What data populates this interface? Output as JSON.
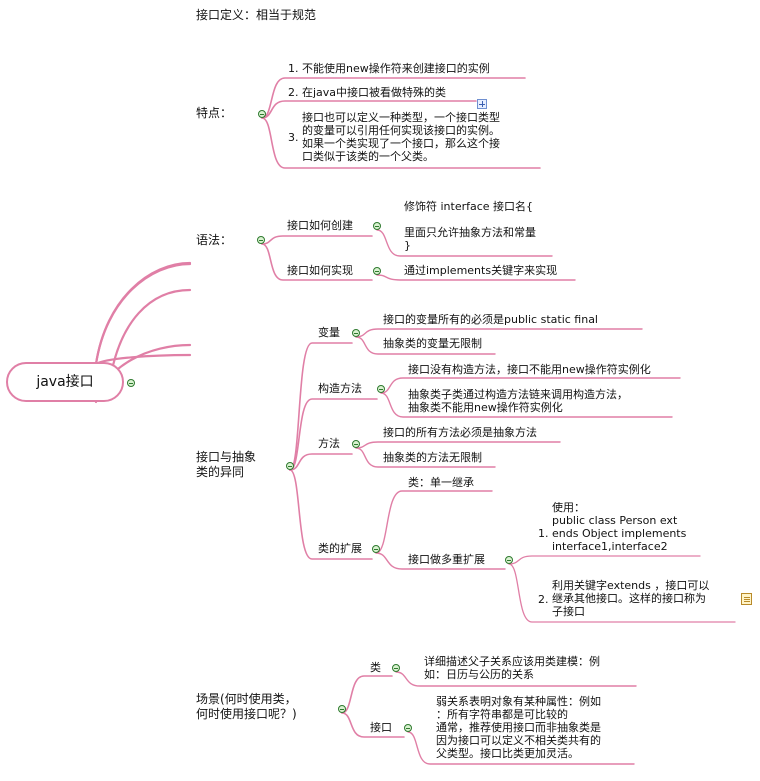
{
  "colors": {
    "branch": "#e07fa6",
    "collapse": "#2f7a2f"
  },
  "icons": {
    "collapse": "collapse-icon",
    "expand": "expand-icon",
    "note": "note-icon"
  },
  "root": {
    "label": "java接口"
  },
  "definition": {
    "label": "接口定义：相当于规范"
  },
  "features": {
    "label": "特点：",
    "items": [
      {
        "num": "1.",
        "text": "不能使用new操作符来创建接口的实例"
      },
      {
        "num": "2.",
        "text": "在java中接口被看做特殊的类"
      },
      {
        "num": "3.",
        "text": "接口也可以定义一种类型，一个接口类型\n的变量可以引用任何实现该接口的实例。\n如果一个类实现了一个接口，那么这个接\n口类似于该类的一个父类。"
      }
    ]
  },
  "syntax": {
    "label": "语法：",
    "create": {
      "label": "接口如何创建",
      "code": "修饰符 interface 接口名{\n\n里面只允许抽象方法和常量\n}"
    },
    "implement": {
      "label": "接口如何实现",
      "text": "通过implements关键字来实现"
    }
  },
  "compare": {
    "label": "接口与抽象\n类的异同",
    "variables": {
      "label": "变量",
      "items": [
        "接口的变量所有的必须是public static final",
        "抽象类的变量无限制"
      ]
    },
    "constructors": {
      "label": "构造方法",
      "items": [
        "接口没有构造方法，接口不能用new操作符实例化",
        "抽象类子类通过构造方法链来调用构造方法，\n抽象类不能用new操作符实例化"
      ]
    },
    "methods": {
      "label": "方法",
      "items": [
        "接口的所有方法必须是抽象方法",
        "抽象类的方法无限制"
      ]
    },
    "extension": {
      "label": "类的扩展",
      "cls": "类：单一继承",
      "iface": {
        "label": "接口做多重扩展",
        "items": [
          {
            "num": "1.",
            "text": "使用：\npublic class Person ext\nends Object implements\ninterface1,interface2"
          },
          {
            "num": "2.",
            "text": "利用关键字extends ，接口可以\n继承其他接口。这样的接口称为\n子接口"
          }
        ]
      }
    }
  },
  "scene": {
    "label": "场景(何时使用类，\n何时使用接口呢？)",
    "cls": {
      "label": "类",
      "text": "详细描述父子关系应该用类建模：例\n如：日历与公历的关系"
    },
    "iface": {
      "label": "接口",
      "text": "弱关系表明对象有某种属性：例如\n：所有字符串都是可比较的\n通常，推荐使用接口而非抽象类是\n因为接口可以定义不相关类共有的\n父类型。接口比类更加灵活。"
    }
  }
}
